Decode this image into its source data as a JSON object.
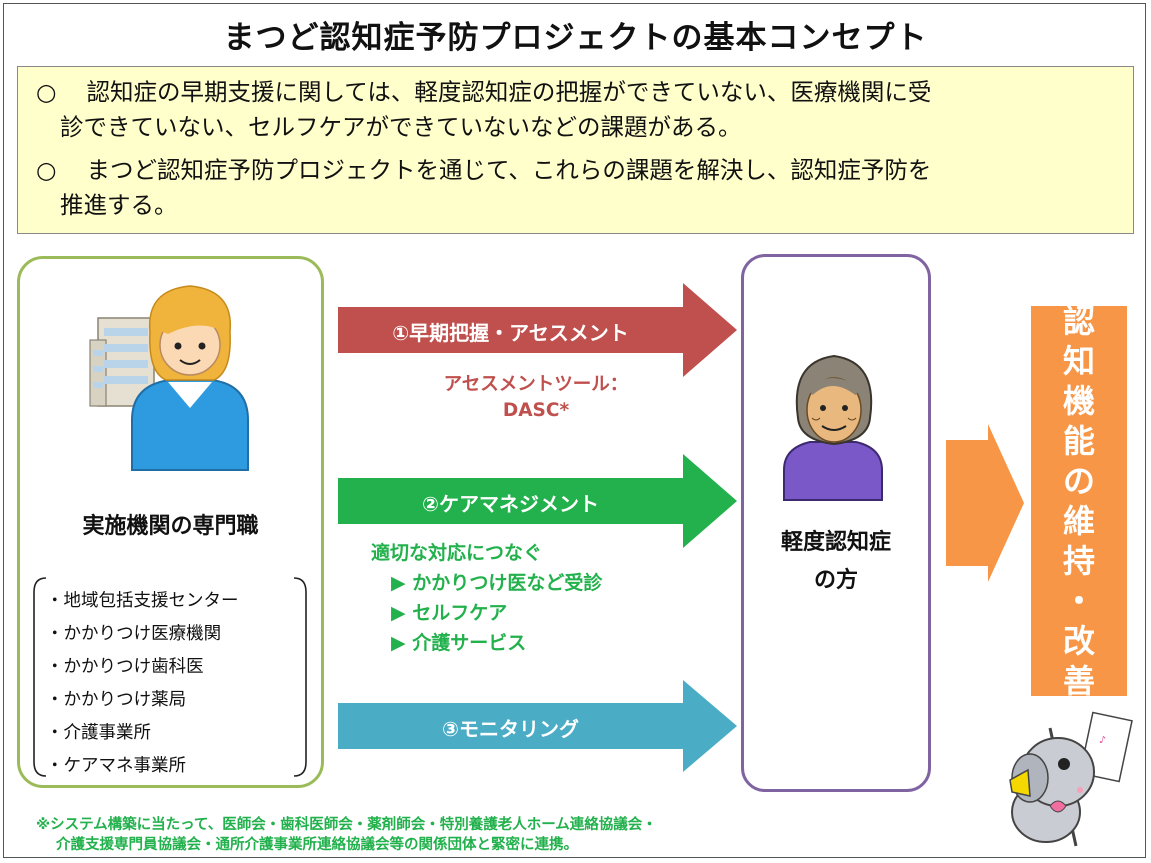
{
  "title": "まつど認知症予防プロジェクトの基本コンセプト",
  "summary": {
    "mark": "○",
    "item1_line1": "認知症の早期支援に関しては、軽度認知症の把握ができていない、医療機関に受",
    "item1_line2": "診できていない、セルフケアができていないなどの課題がある。",
    "item2_line1": "まつど認知症予防プロジェクトを通じて、これらの課題を解決し、認知症予防を",
    "item2_line2": "推進する。"
  },
  "organization": {
    "title": "実施機関の専門職",
    "items": [
      "・地域包括支援センター",
      "・かかりつけ医療機関",
      "・かかりつけ歯科医",
      "・かかりつけ薬局",
      "・介護事業所",
      "・ケアマネ事業所"
    ]
  },
  "arrows": {
    "a1": {
      "label": "①早期把握・アセスメント",
      "color": "#c0504d"
    },
    "a2": {
      "label": "②ケアマネジメント",
      "color": "#22b14c"
    },
    "a3": {
      "label": "③モニタリング",
      "color": "#4bacc6"
    }
  },
  "assessment": {
    "line1": "アセスメントツール：",
    "line2": "DASC*"
  },
  "care": {
    "heading": "適切な対応につなぐ",
    "items": [
      "▶ かかりつけ医など受診",
      "▶ セルフケア",
      "▶ 介護サービス"
    ]
  },
  "target": {
    "line1": "軽度認知症",
    "line2": "の方"
  },
  "result": {
    "chars": [
      "認",
      "知",
      "機",
      "能",
      "の",
      "維",
      "持",
      "・",
      "改",
      "善"
    ],
    "color": "#f79646"
  },
  "footnote": {
    "line1": "※システム構築に当たって、医師会・歯科医師会・薬剤師会・特別養護老人ホーム連絡協議会・",
    "line2": "介護支援専門員協議会・通所介護事業所連絡協議会等の関係団体と緊密に連携。"
  },
  "colors": {
    "summary_bg": "#ffffcc",
    "left_border": "#9bbb59",
    "right_border": "#8064a2"
  }
}
